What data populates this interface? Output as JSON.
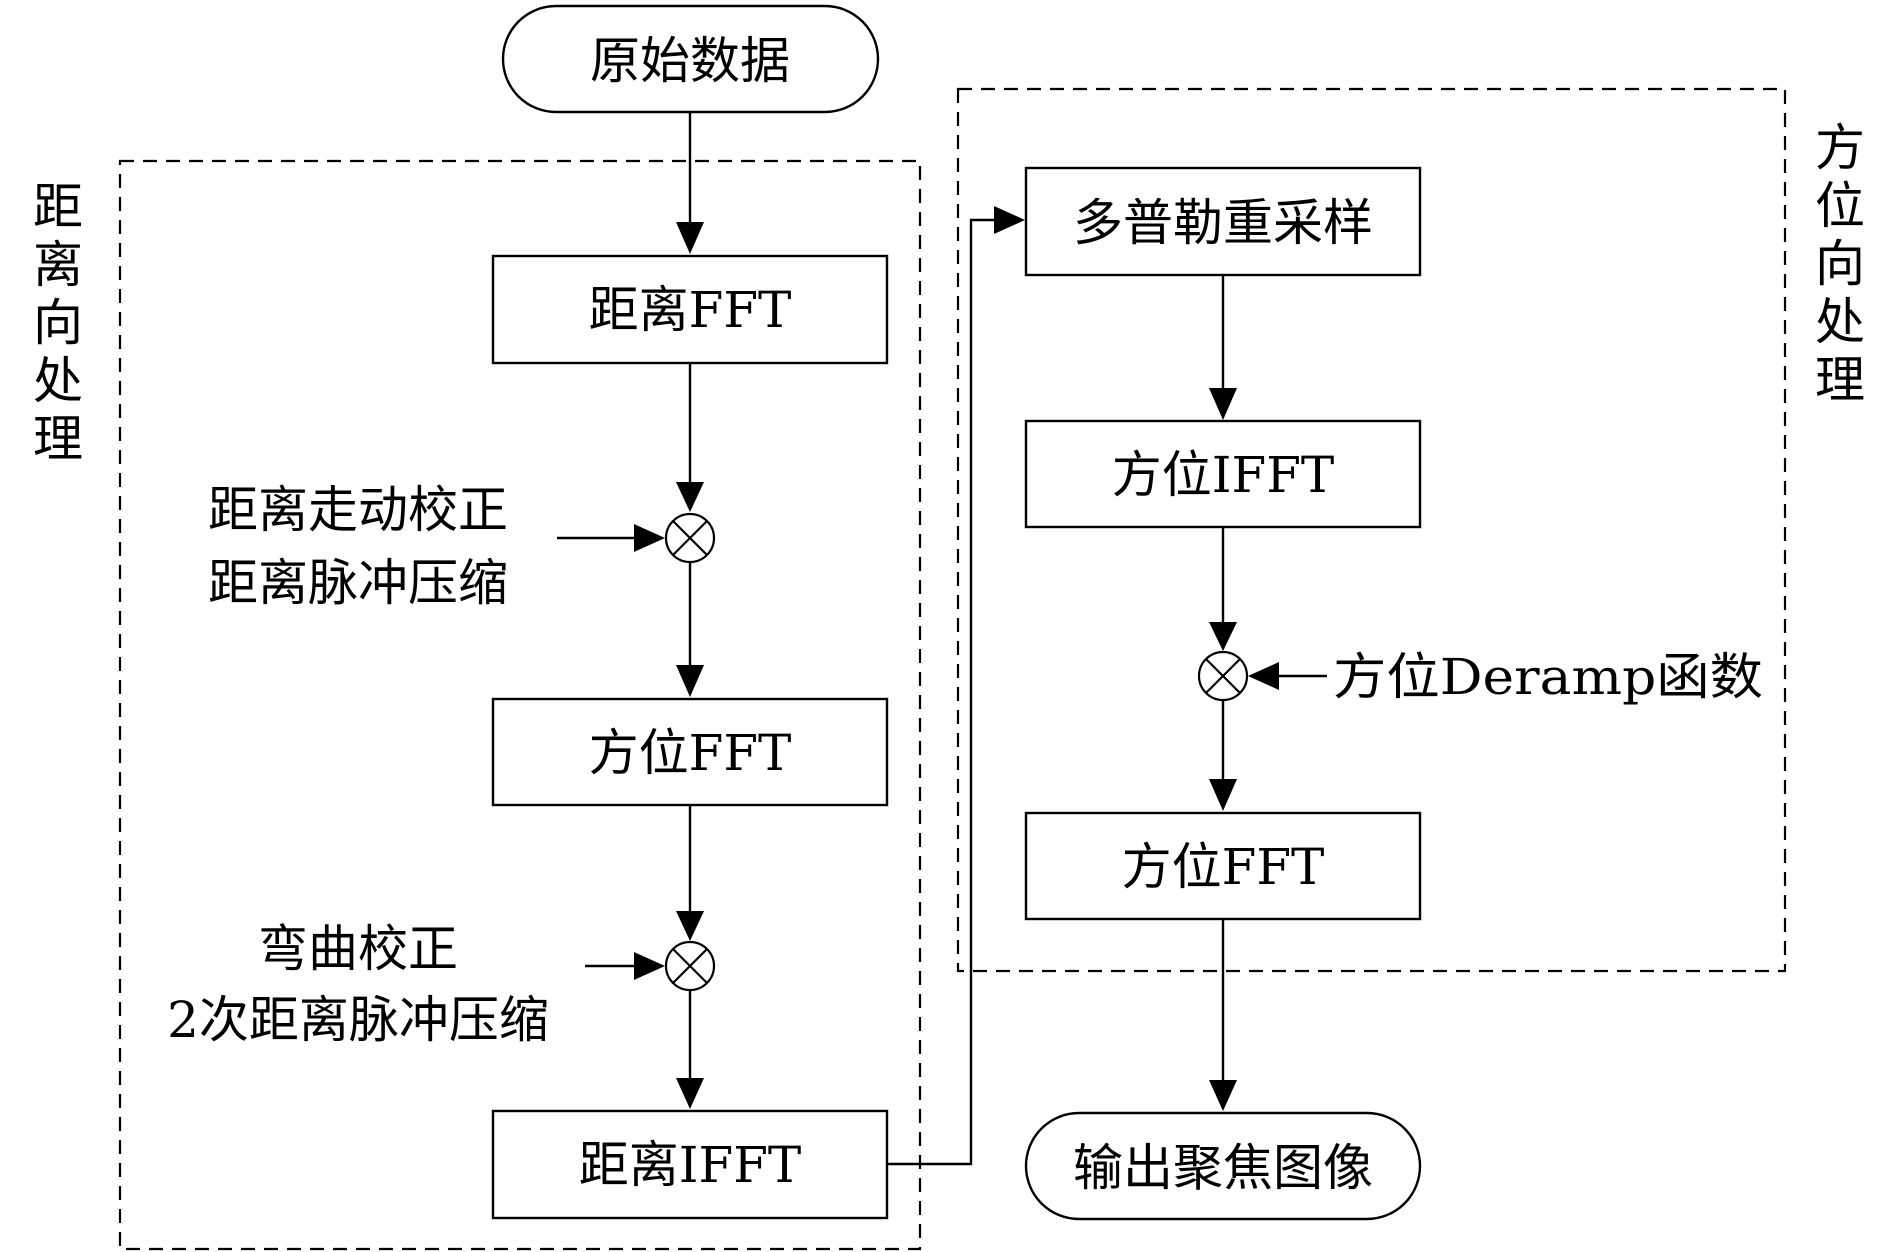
{
  "nodes": {
    "start": "原始数据",
    "range_fft": "距离FFT",
    "azimuth_fft_1": "方位FFT",
    "range_ifft": "距离IFFT",
    "doppler_resample": "多普勒重采样",
    "azimuth_ifft": "方位IFFT",
    "azimuth_fft_2": "方位FFT",
    "output": "输出聚焦图像"
  },
  "inputs": {
    "mixer1": [
      "距离走动校正",
      "距离脉冲压缩"
    ],
    "mixer2": [
      "弯曲校正",
      "2次距离脉冲压缩"
    ],
    "mixer3": "方位Deramp函数"
  },
  "groups": {
    "range_processing": [
      "距",
      "离",
      "向",
      "处",
      "理"
    ],
    "azimuth_processing": [
      "方",
      "位",
      "向",
      "处",
      "理"
    ]
  }
}
